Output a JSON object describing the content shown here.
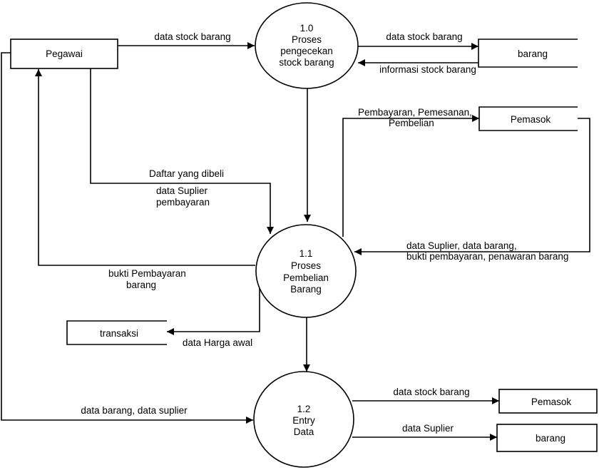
{
  "entities": {
    "pegawai": "Pegawai",
    "pemasok_top": "Pemasok",
    "pemasok_bottom": "Pemasok"
  },
  "stores": {
    "barang_top": "barang",
    "transaksi": "transaksi",
    "barang_bottom": "barang"
  },
  "processes": {
    "p10": {
      "number": "1.0",
      "lines": [
        "Proses",
        "pengecekan",
        "stock barang"
      ]
    },
    "p11": {
      "number": "1.1",
      "lines": [
        "Proses",
        "Pembelian",
        "Barang"
      ]
    },
    "p12": {
      "number": "1.2",
      "lines": [
        "Entry",
        "Data"
      ]
    }
  },
  "flows": {
    "pegawai_to_p10": "data stock barang",
    "p10_to_barang": "data stock barang",
    "barang_to_p10": "informasi stock barang",
    "p11_to_pemasok": [
      "Pembayaran, Pemesanan,",
      "Pembelian"
    ],
    "pegawai_to_p11": [
      "Daftar yang dibeli",
      "data Suplier",
      "pembayaran"
    ],
    "pemasok_to_p11": [
      "data Suplier, data barang,",
      "bukti pembayaran, penawaran barang"
    ],
    "p11_to_pegawai": [
      "bukti Pembayaran",
      "barang"
    ],
    "p11_to_transaksi": "data Harga awal",
    "pegawai_to_p12": "data barang, data suplier",
    "p12_to_pemasok": "data stock barang",
    "p12_to_barang": "data Suplier"
  }
}
